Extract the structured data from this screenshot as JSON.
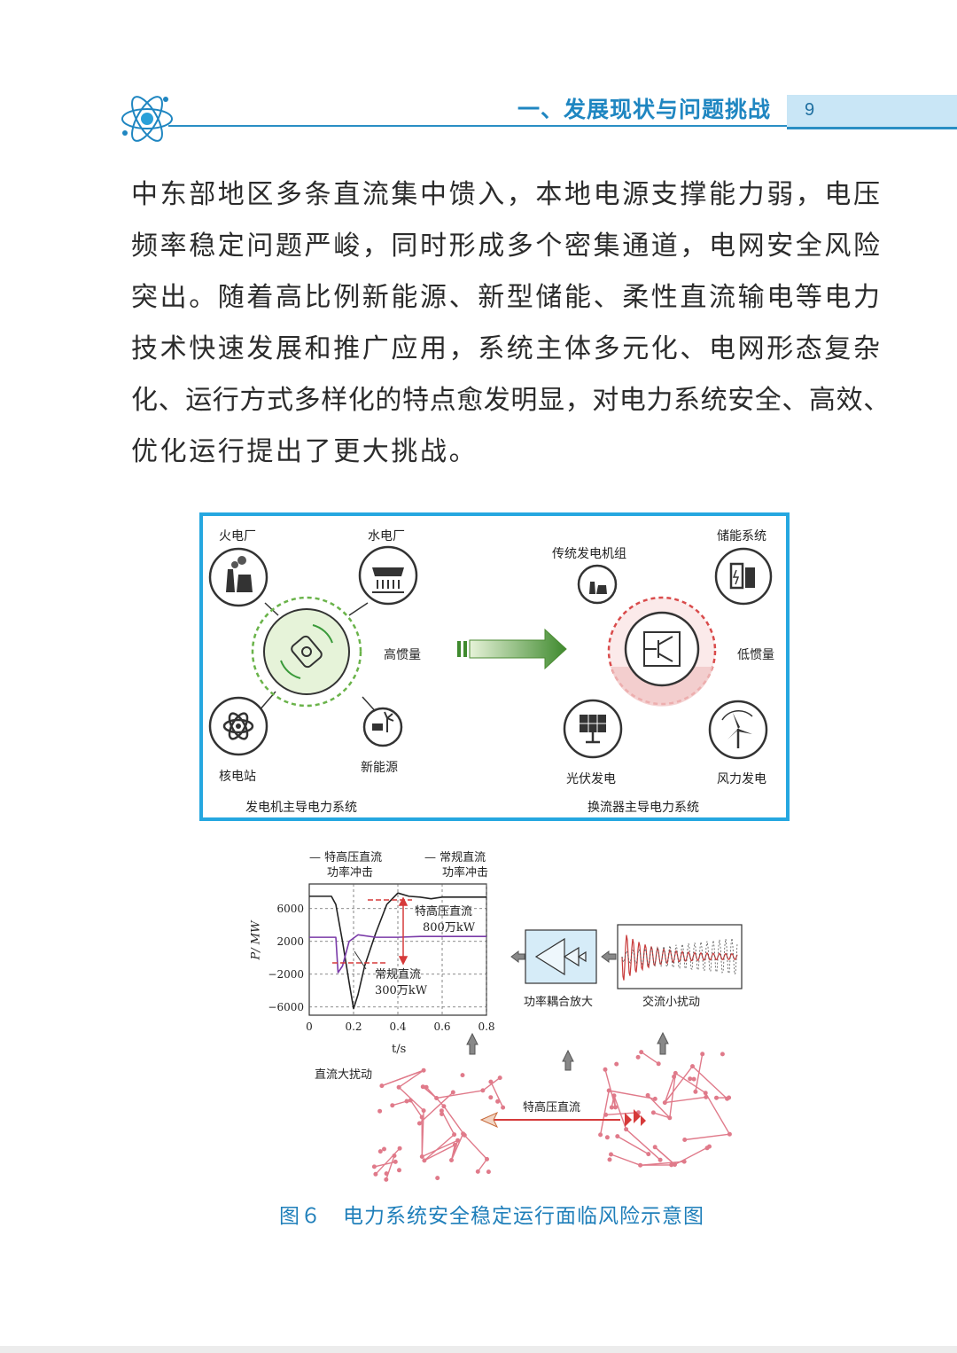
{
  "header": {
    "section_title": "一、发展现状与问题挑战",
    "page_number": "9",
    "accent_color": "#1f86c1",
    "logo_icon": "atom-icon"
  },
  "body_text": {
    "lines": [
      "中东部地区多条直流集中馈入，本地电源支撑能力弱，电压",
      "频率稳定问题严峻，同时形成多个密集通道，电网安全风险",
      "突出。随着高比例新能源、新型储能、柔性直流输电等电力",
      "技术快速发展和推广应用，系统主体多元化、电网形态复杂",
      "化、运行方式多样化的特点愈发明显，对电力系统安全、高效、",
      "优化运行提出了更大挑战。"
    ]
  },
  "figure_top": {
    "left": {
      "thermal": "火电厂",
      "hydro": "水电厂",
      "nuclear": "核电站",
      "renewable": "新能源",
      "inertia": "高惯量",
      "system": "发电机主导电力系统"
    },
    "right": {
      "traditional": "传统发电机组",
      "storage": "储能系统",
      "solar": "光伏发电",
      "wind": "风力发电",
      "inertia": "低惯量",
      "system": "换流器主导电力系统"
    },
    "colors": {
      "border": "#25a7e0",
      "green": "#5aa03a",
      "red": "#d94b4b"
    }
  },
  "figure_bottom": {
    "legend_uhv_line1": "— 特高压直流",
    "legend_uhv_line2": "功率冲击",
    "legend_conv_line1": "— 常规直流",
    "legend_conv_line2": "功率冲击",
    "annot_uhv_line1": "特高压直流",
    "annot_uhv_line2": "800万kW",
    "annot_conv_line1": "常规直流",
    "annot_conv_line2": "300万kW",
    "ylabel": "P/ MW",
    "xlabel": "t/s",
    "amplifier_label": "功率耦合放大",
    "small_disturbance": "交流小扰动",
    "dc_disturbance": "直流大扰动",
    "uhv_link": "特高压直流",
    "chart_data": {
      "type": "line",
      "title": "",
      "xlabel": "t/s",
      "ylabel": "P/ MW",
      "xlim": [
        0,
        0.8
      ],
      "ylim": [
        -7000,
        9000
      ],
      "x_ticks": [
        "0",
        "0.2",
        "0.4",
        "0.6",
        "0.8"
      ],
      "y_ticks": [
        "6000",
        "2000",
        "−2000",
        "−6000"
      ],
      "grid": true,
      "series": [
        {
          "name": "特高压直流功率冲击",
          "color": "#222222",
          "x": [
            0,
            0.1,
            0.12,
            0.15,
            0.18,
            0.2,
            0.22,
            0.25,
            0.3,
            0.35,
            0.4,
            0.45,
            0.5,
            0.55,
            0.6,
            0.7,
            0.8
          ],
          "y": [
            7500,
            7500,
            6500,
            2000,
            -3000,
            -6200,
            -4500,
            -1000,
            3000,
            6500,
            7900,
            7500,
            7400,
            7200,
            7400,
            7400,
            7400
          ]
        },
        {
          "name": "常规直流功率冲击",
          "color": "#7a3aa8",
          "x": [
            0,
            0.12,
            0.13,
            0.15,
            0.18,
            0.22,
            0.3,
            0.4,
            0.5,
            0.6,
            0.8
          ],
          "y": [
            2500,
            2500,
            -1800,
            -1000,
            2000,
            2800,
            2500,
            2500,
            2600,
            2600,
            2600
          ]
        }
      ]
    }
  },
  "caption": "图６　电力系统安全稳定运行面临风险示意图"
}
